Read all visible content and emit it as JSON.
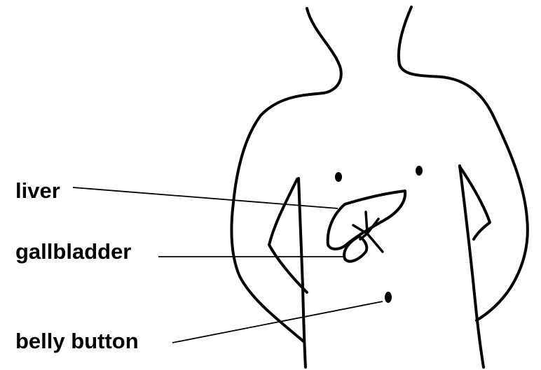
{
  "labels": {
    "liver": "liver",
    "gallbladder": "gallbladder",
    "belly_button": "belly button"
  },
  "colors": {
    "ink": "#000000",
    "background": "#ffffff"
  }
}
